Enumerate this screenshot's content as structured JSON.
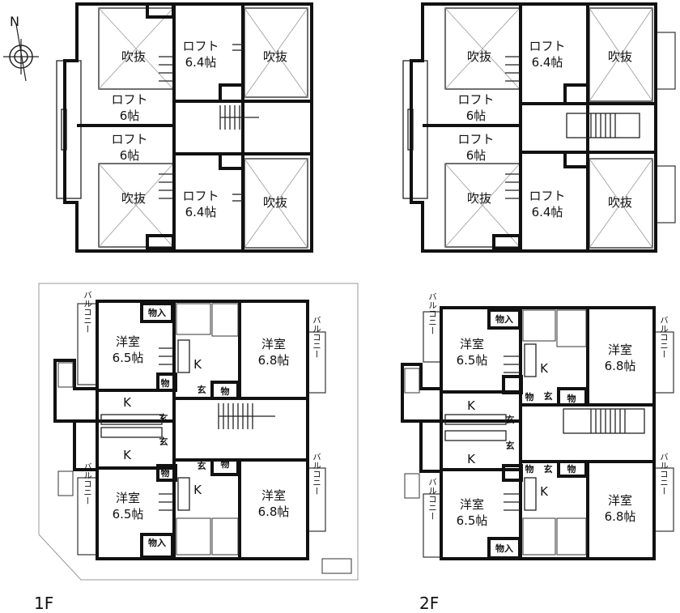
{
  "compass": {
    "north": "N"
  },
  "floors": [
    "1F",
    "2F"
  ],
  "labels": {
    "fukinuke": "吹抜",
    "loft": "ロフト",
    "loft_size_a": "6.4帖",
    "loft_size_b": "6帖",
    "youshitsu": "洋室",
    "size_65": "6.5帖",
    "size_68": "6.8帖",
    "kitchen": "K",
    "genkan": "玄",
    "storage": "物",
    "storage_in": "物入",
    "balcony": "バルコニー"
  }
}
